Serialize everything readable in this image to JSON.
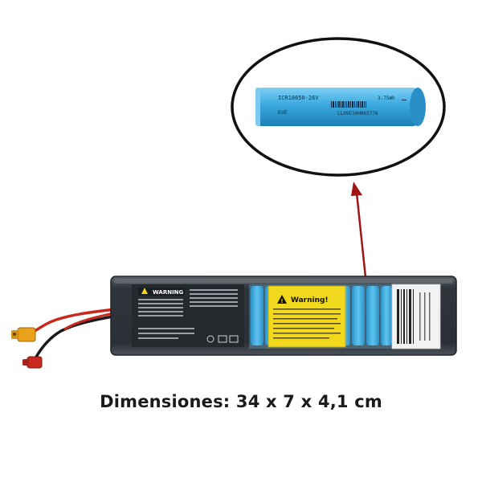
{
  "caption": "Dimensiones: 34 x 7 x 4,1 cm",
  "cell_label": {
    "line1": "ICR18650-26V",
    "line2": "EVE",
    "line3": "LLO9E16H063776",
    "line4": "3.75Wh"
  },
  "warning_label": {
    "title": "Warning!"
  },
  "bms_label": {
    "title": "WARNING"
  },
  "colors": {
    "cell_blue": "#39a9df",
    "wrap_dark": "#2c3238",
    "warning_yellow": "#f1d81c",
    "arrow_red": "#a11515",
    "wire_red": "#c8281e",
    "connector_yellow": "#e9a21a"
  }
}
